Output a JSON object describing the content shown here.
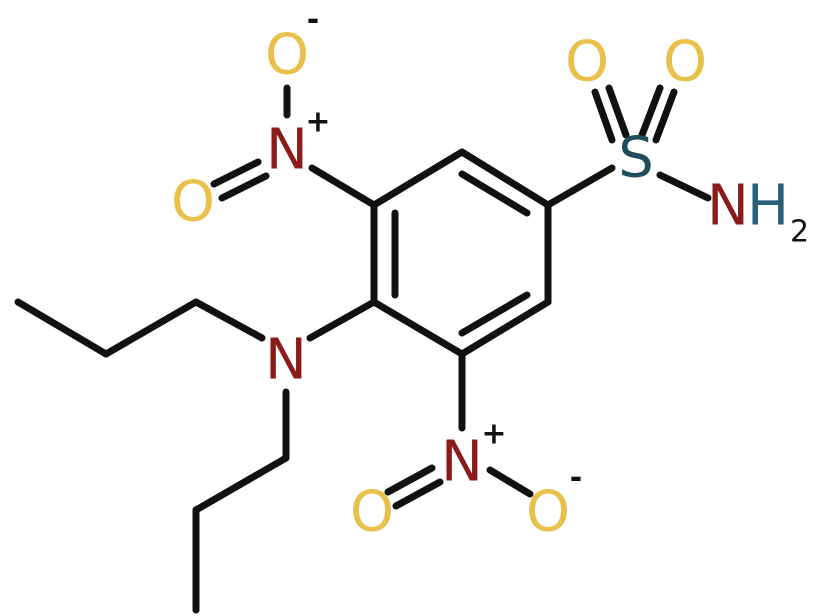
{
  "molecule": {
    "atoms": {
      "o_top_left": {
        "element": "O",
        "charge": "-",
        "color": "#e8c04a"
      },
      "n_top": {
        "element": "N",
        "charge": "+",
        "color": "#8b1a1a"
      },
      "o_left": {
        "element": "O",
        "charge": "",
        "color": "#e8c04a"
      },
      "s": {
        "element": "S",
        "color": "#1f4e5a"
      },
      "o_s1": {
        "element": "O",
        "color": "#e8c04a"
      },
      "o_s2": {
        "element": "O",
        "color": "#e8c04a"
      },
      "n_amide": {
        "element": "N",
        "color": "#8b1a1a"
      },
      "h_amide": {
        "element": "H",
        "subscript": "2",
        "color": "#2a6075",
        "sub_color": "#111111"
      },
      "n_amine": {
        "element": "N",
        "color": "#8b1a1a"
      },
      "n_bottom": {
        "element": "N",
        "charge": "+",
        "color": "#8b1a1a"
      },
      "o_bottom_left": {
        "element": "O",
        "color": "#e8c04a"
      },
      "o_bottom_right": {
        "element": "O",
        "charge": "-",
        "color": "#e8c04a"
      }
    },
    "bond_color": "#111111"
  }
}
